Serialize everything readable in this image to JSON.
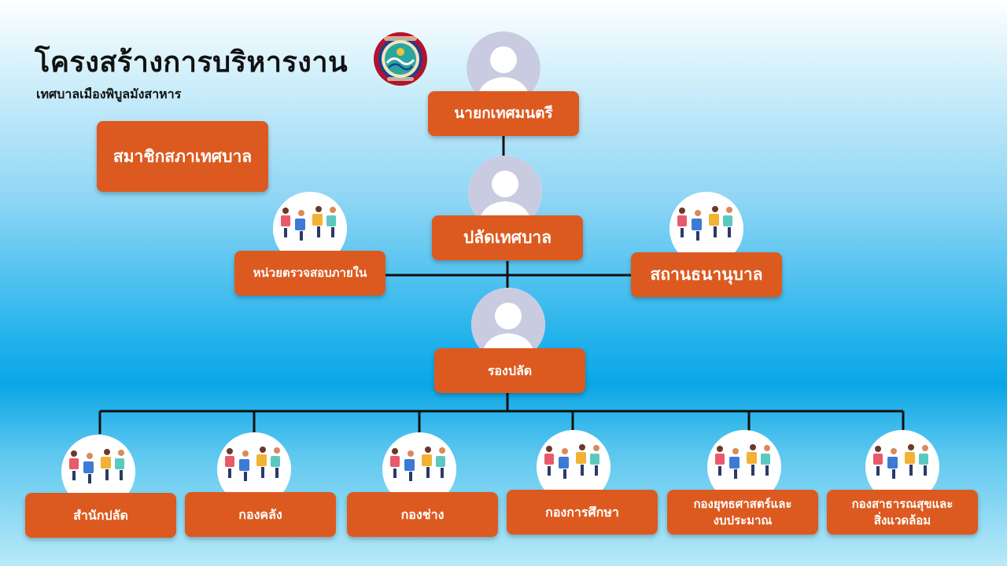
{
  "header": {
    "title": "โครงสร้างการบริหารงาน",
    "subtitle": "เทศบาลเมืองพิบูลมังสาหาร"
  },
  "icons": {
    "logo": "municipality-seal-icon",
    "person": "person-silhouette-icon",
    "team": "team-puzzle-icon"
  },
  "colors": {
    "box": "#dc5a20",
    "line": "#111111",
    "avatar_bg": "#c9cbe0"
  },
  "nodes": {
    "mayor": "นายกเทศมนตรี",
    "council": "สมาชิกสภาเทศบาล",
    "clerk": "ปลัดเทศบาล",
    "audit": "หน่วยตรวจสอบภายใน",
    "nursery": "สถานธนานุบาล",
    "deputy_clerk": "รองปลัด",
    "divisions": [
      "สำนักปลัด",
      "กองคลัง",
      "กองช่าง",
      "กองการศึกษา",
      "กองยุทธศาสตร์และ\nงบประมาณ",
      "กองสาธารณสุขและ\nสิ่งแวดล้อม"
    ]
  }
}
